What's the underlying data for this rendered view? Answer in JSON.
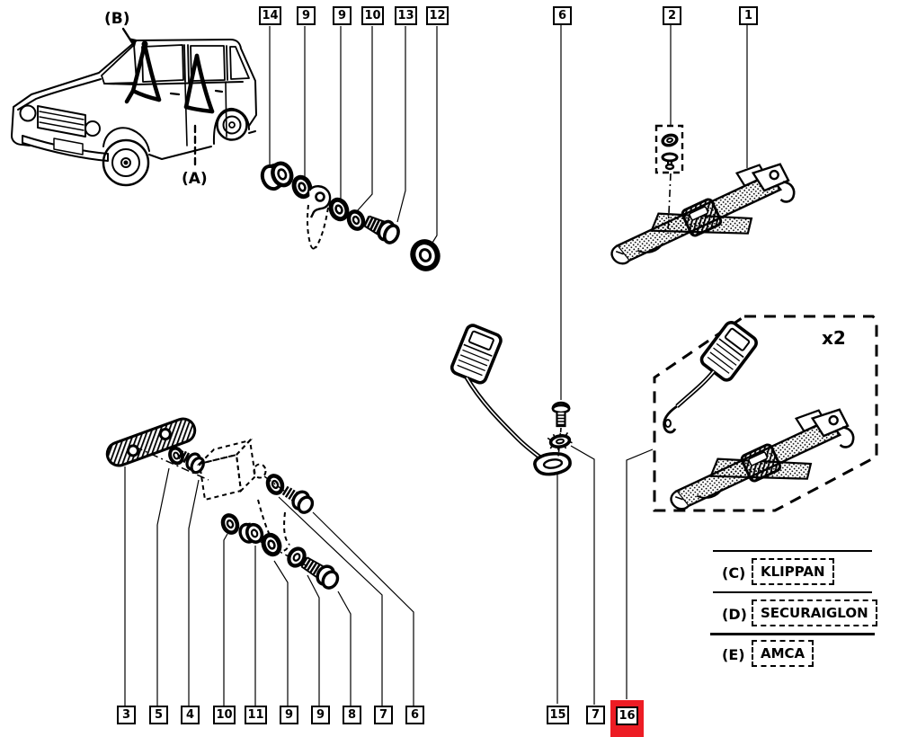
{
  "colors": {
    "highlight": "#ED1C24",
    "ink": "#000000",
    "paper": "#FFFFFF"
  },
  "car": {
    "upper_anchor_label": "(B)",
    "lower_anchor_label": "(A)"
  },
  "callouts": {
    "top": [
      "14",
      "9",
      "9",
      "10",
      "13",
      "12",
      "6",
      "2",
      "1"
    ],
    "bottom_left": [
      "3",
      "5",
      "4",
      "10",
      "11",
      "9",
      "9",
      "8",
      "7",
      "6"
    ],
    "bottom_middle": [
      "15",
      "7"
    ],
    "highlighted": "16"
  },
  "kit": {
    "quantity_label": "x2"
  },
  "legend": {
    "rows": [
      {
        "code": "(C)",
        "brand": "KLIPPAN"
      },
      {
        "code": "(D)",
        "brand": "SECURAIGLON"
      },
      {
        "code": "(E)",
        "brand": "AMCA"
      }
    ]
  }
}
